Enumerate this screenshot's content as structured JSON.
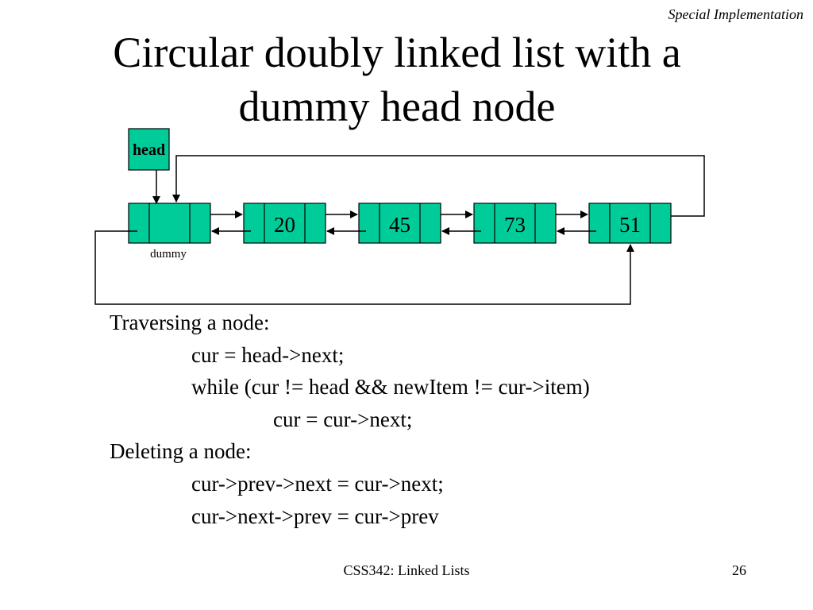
{
  "header": {
    "section_tag": "Special Implementation",
    "title_lines": [
      "Circular doubly linked list with a",
      "dummy head node"
    ]
  },
  "diagram": {
    "head_label": "head",
    "dummy_label": "dummy",
    "node_values": [
      "20",
      "45",
      "73",
      "51"
    ],
    "node_fill": "#00CC99",
    "stroke": "#000000"
  },
  "code": {
    "traverse_heading": "Traversing a node:",
    "traverse_lines": [
      "cur = head->next;",
      "while (cur != head && newItem != cur->item)",
      "cur = cur->next;"
    ],
    "delete_heading": "Deleting a node:",
    "delete_lines": [
      "cur->prev->next = cur->next;",
      "cur->next->prev = cur->prev"
    ]
  },
  "footer": {
    "course": "CSS342: Linked Lists",
    "page_number": "26"
  }
}
